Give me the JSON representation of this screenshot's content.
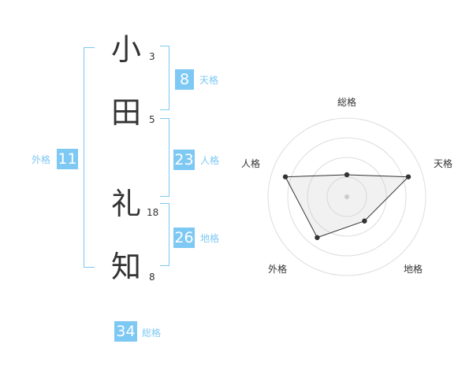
{
  "name_chars": [
    {
      "char": "小",
      "strokes": "3"
    },
    {
      "char": "田",
      "strokes": "5"
    },
    {
      "char": "礼",
      "strokes": "18"
    },
    {
      "char": "知",
      "strokes": "8"
    }
  ],
  "kaku": {
    "ten": {
      "value": "8",
      "label": "天格"
    },
    "jin": {
      "value": "23",
      "label": "人格"
    },
    "chi": {
      "value": "26",
      "label": "地格"
    },
    "gai": {
      "value": "11",
      "label": "外格"
    },
    "sou": {
      "value": "34",
      "label": "総格"
    }
  },
  "colors": {
    "accent": "#7ec8f4",
    "text": "#333333",
    "grid": "#dddddd"
  },
  "chart_data": {
    "type": "radar",
    "axes": [
      "総格",
      "天格",
      "地格",
      "外格",
      "人格"
    ],
    "values": [
      0.28,
      0.82,
      0.38,
      0.64,
      0.82
    ],
    "range": [
      0,
      1
    ],
    "rings": 4
  }
}
